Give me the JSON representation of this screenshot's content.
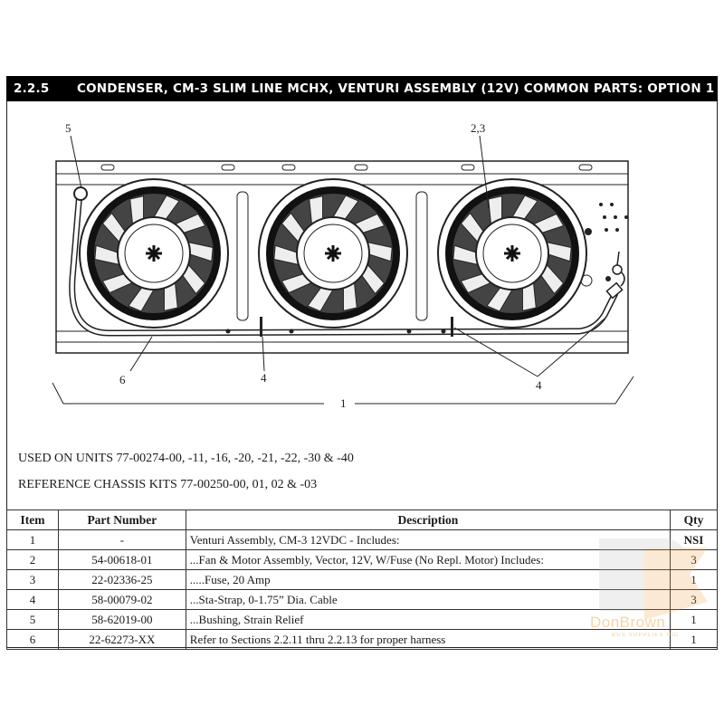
{
  "header": {
    "section": "2.2.5",
    "title": "CONDENSER, CM-3  SLIM LINE MCHX, VENTURI ASSEMBLY (12V) COMMON PARTS: OPTION 1"
  },
  "diagram": {
    "callouts": [
      "5",
      "2,3",
      "6",
      "4",
      "4",
      "1"
    ]
  },
  "used_on": "USED ON UNITS 77-00274-00, -11, -16, -20, -21, -22, -30 & -40",
  "reference_kits": "REFERENCE CHASSIS KITS 77-00250-00, 01, 02 & -03",
  "table": {
    "headers": [
      "Item",
      "Part Number",
      "Description",
      "Qty"
    ],
    "rows": [
      {
        "item": "1",
        "part": "-",
        "desc": "Venturi Assembly, CM-3 12VDC - Includes:",
        "qty": "NSI"
      },
      {
        "item": "2",
        "part": "54-00618-01",
        "desc": "...Fan & Motor Assembly, Vector, 12V, W/Fuse (No Repl. Motor) Includes:",
        "qty": "3"
      },
      {
        "item": "3",
        "part": "22-02336-25",
        "desc": ".....Fuse, 20 Amp",
        "qty": "1"
      },
      {
        "item": "4",
        "part": "58-00079-02",
        "desc": "...Sta-Strap, 0-1.75” Dia. Cable",
        "qty": "3"
      },
      {
        "item": "5",
        "part": "58-62019-00",
        "desc": "...Bushing, Strain Relief",
        "qty": "1"
      },
      {
        "item": "6",
        "part": "22-62273-XX",
        "desc": "Refer to Sections 2.2.11 thru 2.2.13 for proper harness",
        "qty": "1"
      }
    ]
  },
  "watermark": {
    "text": "DonBrown",
    "subtext": "BUS SUPPLIES INC"
  }
}
